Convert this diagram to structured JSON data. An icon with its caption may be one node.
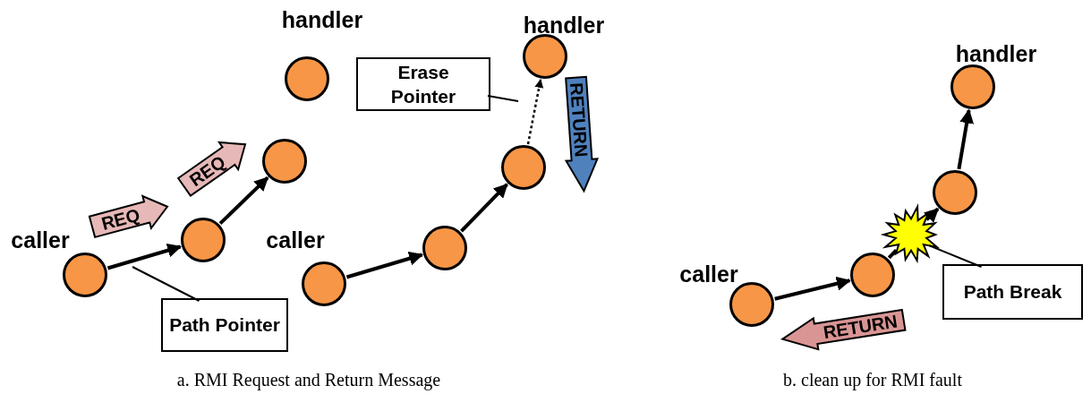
{
  "diagram": {
    "nodes": [
      {
        "text": [
          "caller"
        ]
      },
      {
        "text": [],
        "shape": "circle"
      },
      {
        "text": [],
        "shape": "circle"
      },
      {
        "text": [
          "handler"
        ]
      },
      {
        "text": [
          "caller"
        ]
      },
      {
        "text": [],
        "shape": "circle"
      },
      {
        "text": [],
        "shape": "circle"
      },
      {
        "text": [
          "handler"
        ]
      },
      {
        "text": [
          "caller"
        ]
      },
      {
        "text": [],
        "shape": "circle"
      },
      {
        "text": [],
        "shape": "circle"
      },
      {
        "text": [
          "handler"
        ]
      },
      {
        "text": [],
        "shape": "burst"
      },
      {
        "text": [
          "Path Pointer"
        ]
      },
      {
        "text": [
          "Erase Pointer"
        ]
      },
      {
        "text": [
          "Path Break"
        ]
      }
    ],
    "edges": [
      {
        "from": 0,
        "to": 1,
        "arrow": "to"
      },
      {
        "from": 1,
        "to": 2,
        "arrow": "to"
      },
      {
        "from": 4,
        "to": 5,
        "arrow": "to"
      },
      {
        "from": 5,
        "to": 6,
        "arrow": "to"
      },
      {
        "from": 6,
        "to": 7,
        "arrow": "to",
        "style": "dashed"
      },
      {
        "from": 8,
        "to": 9,
        "arrow": "to"
      },
      {
        "from": 9,
        "to": 12,
        "arrow": "none"
      },
      {
        "from": 12,
        "to": 10,
        "arrow": "to"
      },
      {
        "from": 10,
        "to": 11,
        "arrow": "to"
      },
      {
        "from": 13,
        "to": null,
        "arrow": "none"
      },
      {
        "from": 14,
        "to": null,
        "arrow": "none"
      },
      {
        "from": 15,
        "to": 12,
        "arrow": "none"
      }
    ],
    "labels": [
      "REQ",
      "REQ",
      "RETURN",
      "RETURN",
      "a. RMI Request and Return Message",
      "b. clean up for RMI fault"
    ]
  }
}
